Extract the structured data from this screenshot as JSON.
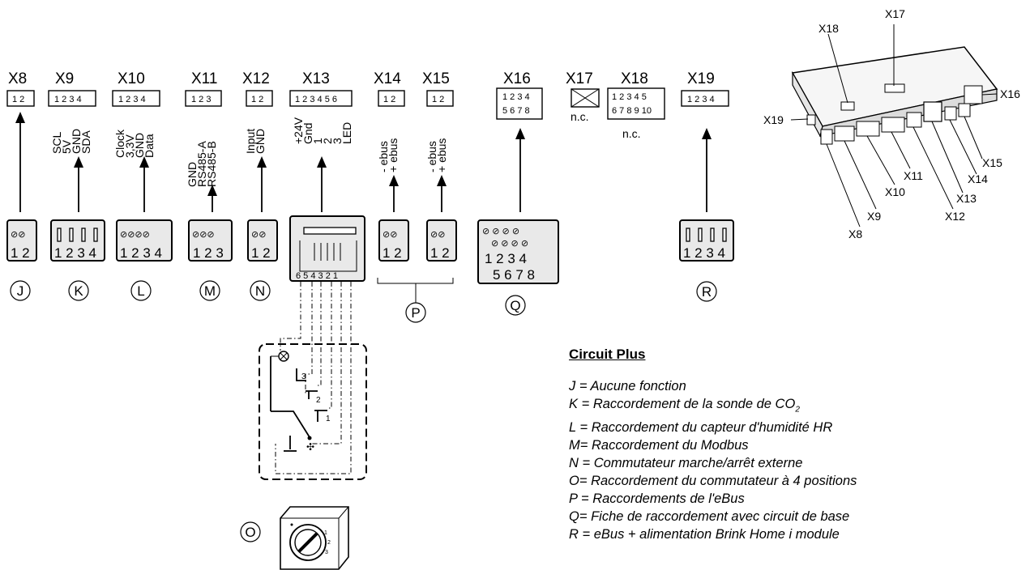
{
  "terminals": [
    {
      "id": "J",
      "header": "X8",
      "pins": "1 2",
      "signals": [],
      "plug_pins": "1 2",
      "circle": "J"
    },
    {
      "id": "K",
      "header": "X9",
      "pins": "1 2 3 4",
      "signals": [
        "SCL",
        "5V",
        "GND",
        "SDA"
      ],
      "plug_pins": "1 2 3 4",
      "circle": "K"
    },
    {
      "id": "L",
      "header": "X10",
      "pins": "1 2 3 4",
      "signals": [
        "Clock",
        "3,3V",
        "GND",
        "Data"
      ],
      "plug_pins": "1 2 3 4",
      "circle": "L"
    },
    {
      "id": "M",
      "header": "X11",
      "pins": "1 2 3",
      "signals": [
        "GND",
        "RS485-A",
        "RS485-B"
      ],
      "plug_pins": "1 2 3",
      "circle": "M"
    },
    {
      "id": "N",
      "header": "X12",
      "pins": "1 2",
      "signals": [
        "Input",
        "GND"
      ],
      "plug_pins": "1 2",
      "circle": "N"
    },
    {
      "id": "O",
      "header": "X13",
      "pins": "1 2 3 4 5 6",
      "signals": [
        "+24V",
        "Gnd",
        "1",
        "2",
        "3",
        "LED"
      ],
      "plug_pins": "6 5 4 3 2 1",
      "circle": "O"
    },
    {
      "id": "P1",
      "header": "X14",
      "pins": "1 2",
      "signals": [
        "- ebus",
        "+ ebus"
      ],
      "plug_pins": "1 2"
    },
    {
      "id": "P2",
      "header": "X15",
      "pins": "1 2",
      "signals": [
        "- ebus",
        "+ ebus"
      ],
      "plug_pins": "1 2"
    },
    {
      "id": "Q",
      "header": "X16",
      "pins": "1 2 3 4",
      "pins2": "5 6 7 8",
      "signals": [],
      "plug_pins": "1 2 3 4",
      "plug_pins2": "5 6 7 8",
      "circle": "Q"
    },
    {
      "id": "X17",
      "header": "X17",
      "pins": "",
      "signals": [],
      "note": "n.c."
    },
    {
      "id": "X18",
      "header": "X18",
      "pins": "1 2 3 4 5",
      "pins2": "6 7 8 9 10",
      "signals": [],
      "note": "n.c."
    },
    {
      "id": "R",
      "header": "X19",
      "pins": "1 2 3 4",
      "signals": [],
      "plug_pins": "1 2 3 4",
      "circle": "R"
    }
  ],
  "p_circle": "P",
  "switch_positions": [
    "3",
    "2",
    "1"
  ],
  "pcb_labels": [
    "X17",
    "X18",
    "X16",
    "X19",
    "X15",
    "X14",
    "X13",
    "X12",
    "X11",
    "X10",
    "X9",
    "X8"
  ],
  "legend": {
    "title": "Circuit Plus",
    "items": [
      {
        "key": "J",
        "sep": " = ",
        "text": "Aucune fonction"
      },
      {
        "key": "K",
        "sep": " = ",
        "text": "Raccordement de la sonde de CO",
        "sub": "2"
      },
      {
        "key": "L",
        "sep": " = ",
        "text": "Raccordement du capteur d'humidité HR"
      },
      {
        "key": "M",
        "sep": "= ",
        "text": "Raccordement du Modbus"
      },
      {
        "key": "N",
        "sep": " = ",
        "text": "Commutateur marche/arrêt externe"
      },
      {
        "key": "O",
        "sep": "= ",
        "text": "Raccordement du commutateur à 4 positions"
      },
      {
        "key": "P",
        "sep": " = ",
        "text": "Raccordements de l'eBus"
      },
      {
        "key": "Q",
        "sep": "= ",
        "text": "Fiche de raccordement avec circuit de base"
      },
      {
        "key": "R",
        "sep": " = ",
        "text": "eBus + alimentation Brink Home i module"
      }
    ]
  }
}
